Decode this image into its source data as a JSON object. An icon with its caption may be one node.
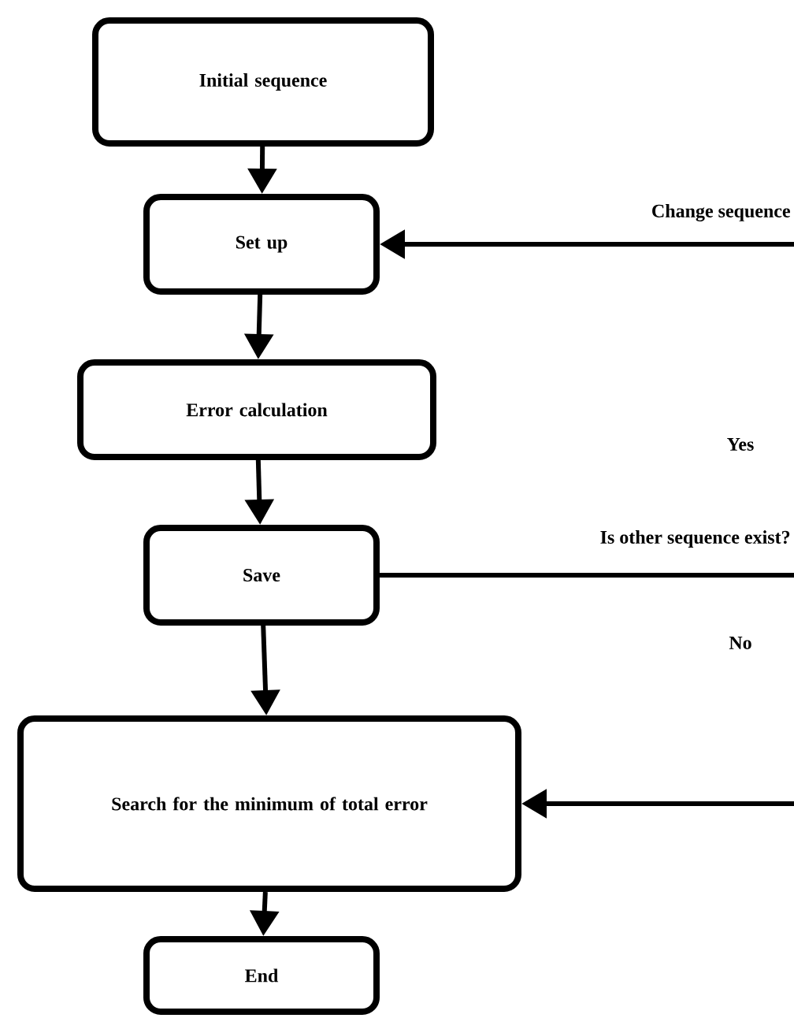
{
  "diagram": {
    "nodes": [
      {
        "text": [
          "Initial sequence"
        ]
      },
      {
        "text": [
          "Set up"
        ]
      },
      {
        "text": [
          "Error calculation"
        ]
      },
      {
        "text": [
          "Save"
        ]
      },
      {
        "text": [
          "Search for the minimum of total error"
        ]
      },
      {
        "text": [
          "End"
        ]
      }
    ],
    "edges": [
      {
        "from": 0,
        "to": 1,
        "arrow": "to"
      },
      {
        "from": 1,
        "to": 2,
        "arrow": "to"
      },
      {
        "from": 2,
        "to": 3,
        "arrow": "to"
      },
      {
        "from": 3,
        "to": 4,
        "arrow": "to"
      },
      {
        "from": 4,
        "to": 5,
        "arrow": "to"
      },
      {
        "from": null,
        "to": 1,
        "arrow": "to",
        "label": "Change sequence"
      },
      {
        "from": 3,
        "to": null,
        "arrow": "none",
        "label": "Is other sequence exist?"
      },
      {
        "from": null,
        "to": 4,
        "arrow": "to"
      }
    ],
    "labels": [
      "Yes",
      "No"
    ]
  }
}
